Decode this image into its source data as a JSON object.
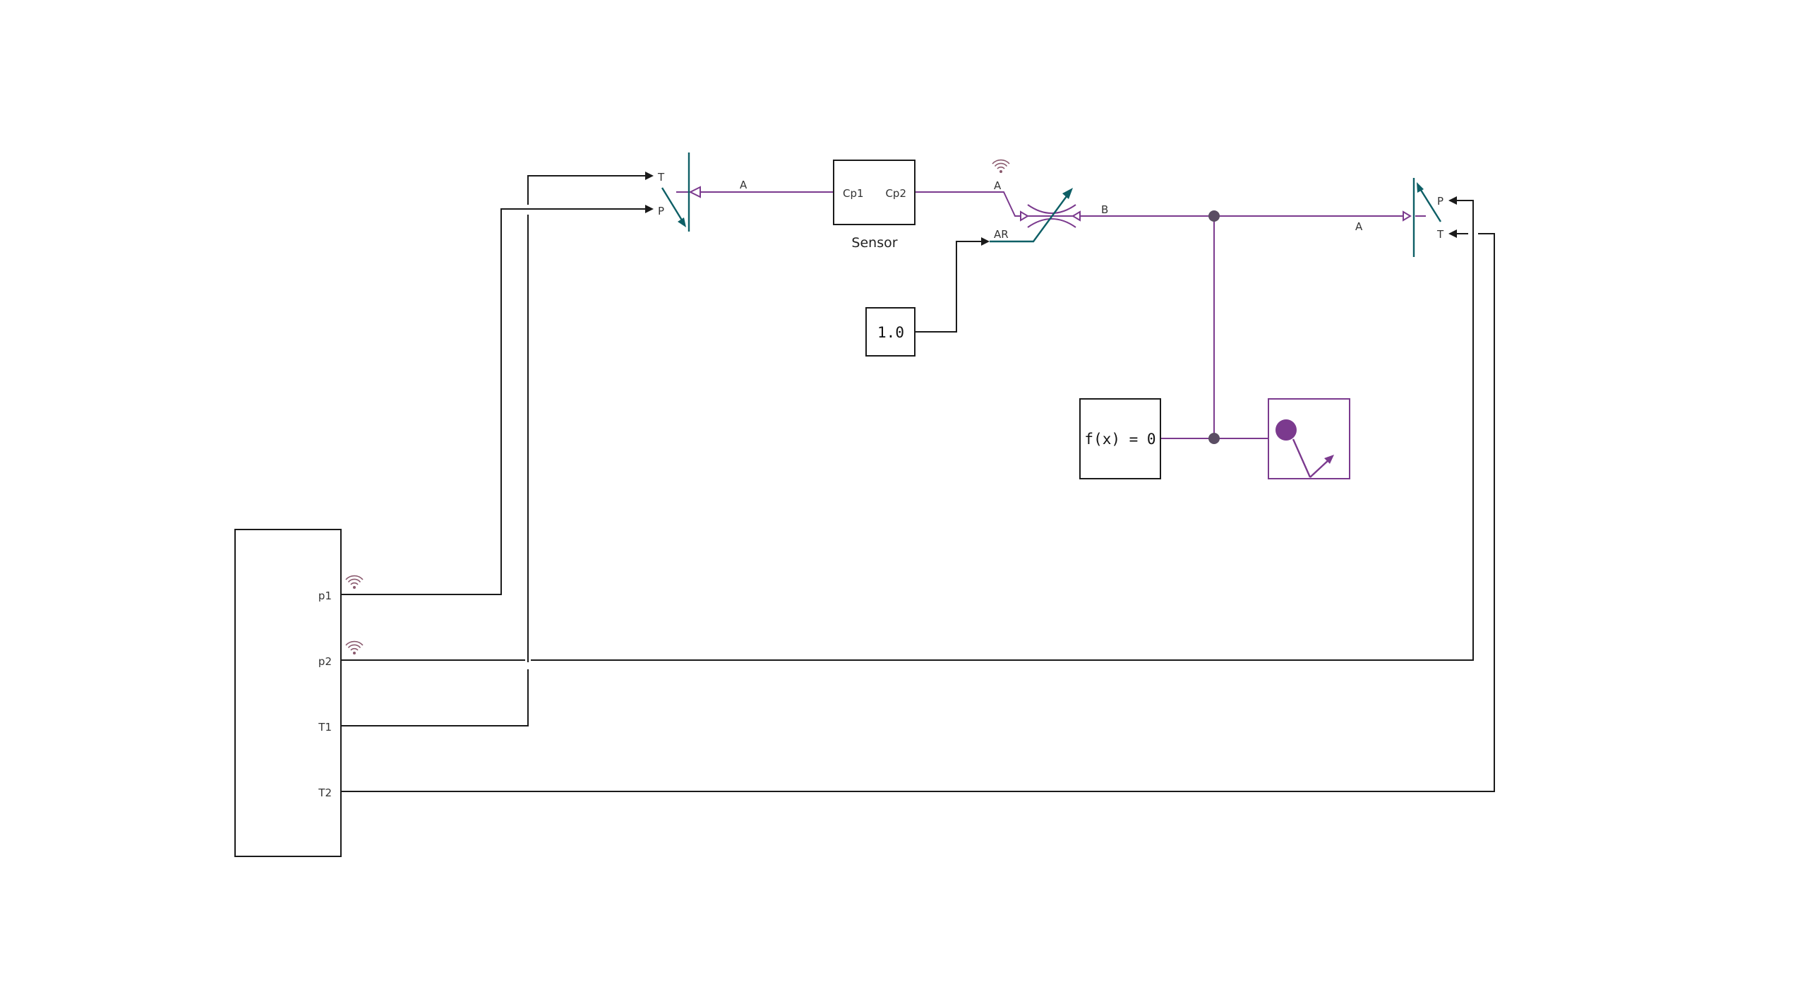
{
  "colors": {
    "signal": "#1a1a1a",
    "gas": "#7b3a8e",
    "teal": "#0e5f66",
    "node": "#5a4d63",
    "background": "#ffffff"
  },
  "blocks": {
    "source_block": {
      "ports": [
        "p1",
        "p2",
        "T1",
        "T2"
      ]
    },
    "left_boundary": {
      "port_t": "T",
      "port_p": "P",
      "port_a": "A"
    },
    "sensor": {
      "name": "Sensor",
      "port_in": "Cp1",
      "port_out": "Cp2"
    },
    "valve": {
      "port_a": "A",
      "port_b": "B",
      "port_ar": "AR"
    },
    "constant": {
      "value": "1.0"
    },
    "solver": {
      "label": "f(x) = 0"
    },
    "right_boundary": {
      "port_p": "P",
      "port_t": "T",
      "port_a": "A"
    }
  },
  "icons": {
    "wireless_1": "wireless-signal-icon",
    "wireless_2": "wireless-signal-icon",
    "wireless_3": "wireless-signal-icon",
    "gas_properties": "gas-properties-icon",
    "variable_orifice": "variable-orifice-icon"
  }
}
